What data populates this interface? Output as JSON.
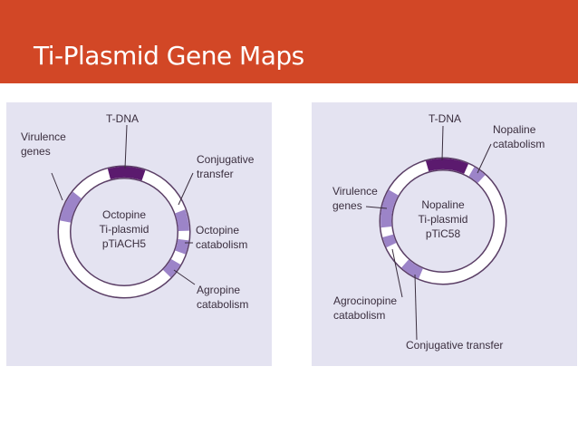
{
  "slide": {
    "title": "Ti-Plasmid Gene Maps"
  },
  "left_map": {
    "plasmid": [
      "Octopine",
      "Ti-plasmid",
      "pTiACH5"
    ],
    "labels": {
      "tdna": "T-DNA",
      "virulence": [
        "Virulence",
        "genes"
      ],
      "conjugative": [
        "Conjugative",
        "transfer"
      ],
      "octopine_cat": [
        "Octopine",
        "catabolism"
      ],
      "agropine_cat": [
        "Agropine",
        "catabolism"
      ]
    }
  },
  "right_map": {
    "plasmid": [
      "Nopaline",
      "Ti-plasmid",
      "pTiC58"
    ],
    "labels": {
      "tdna": "T-DNA",
      "nopaline_cat": [
        "Nopaline",
        "catabolism"
      ],
      "virulence": [
        "Virulence",
        "genes"
      ],
      "agrocinopine_cat": [
        "Agrocinopine",
        "catabolism"
      ],
      "conjugative": "Conjugative transfer"
    }
  },
  "colors": {
    "header": "#d24726",
    "panel_bg": "#e4e3f1",
    "tdna": "#5b1a6e",
    "gene": "#9c84c8",
    "outline": "#5b3f66"
  }
}
